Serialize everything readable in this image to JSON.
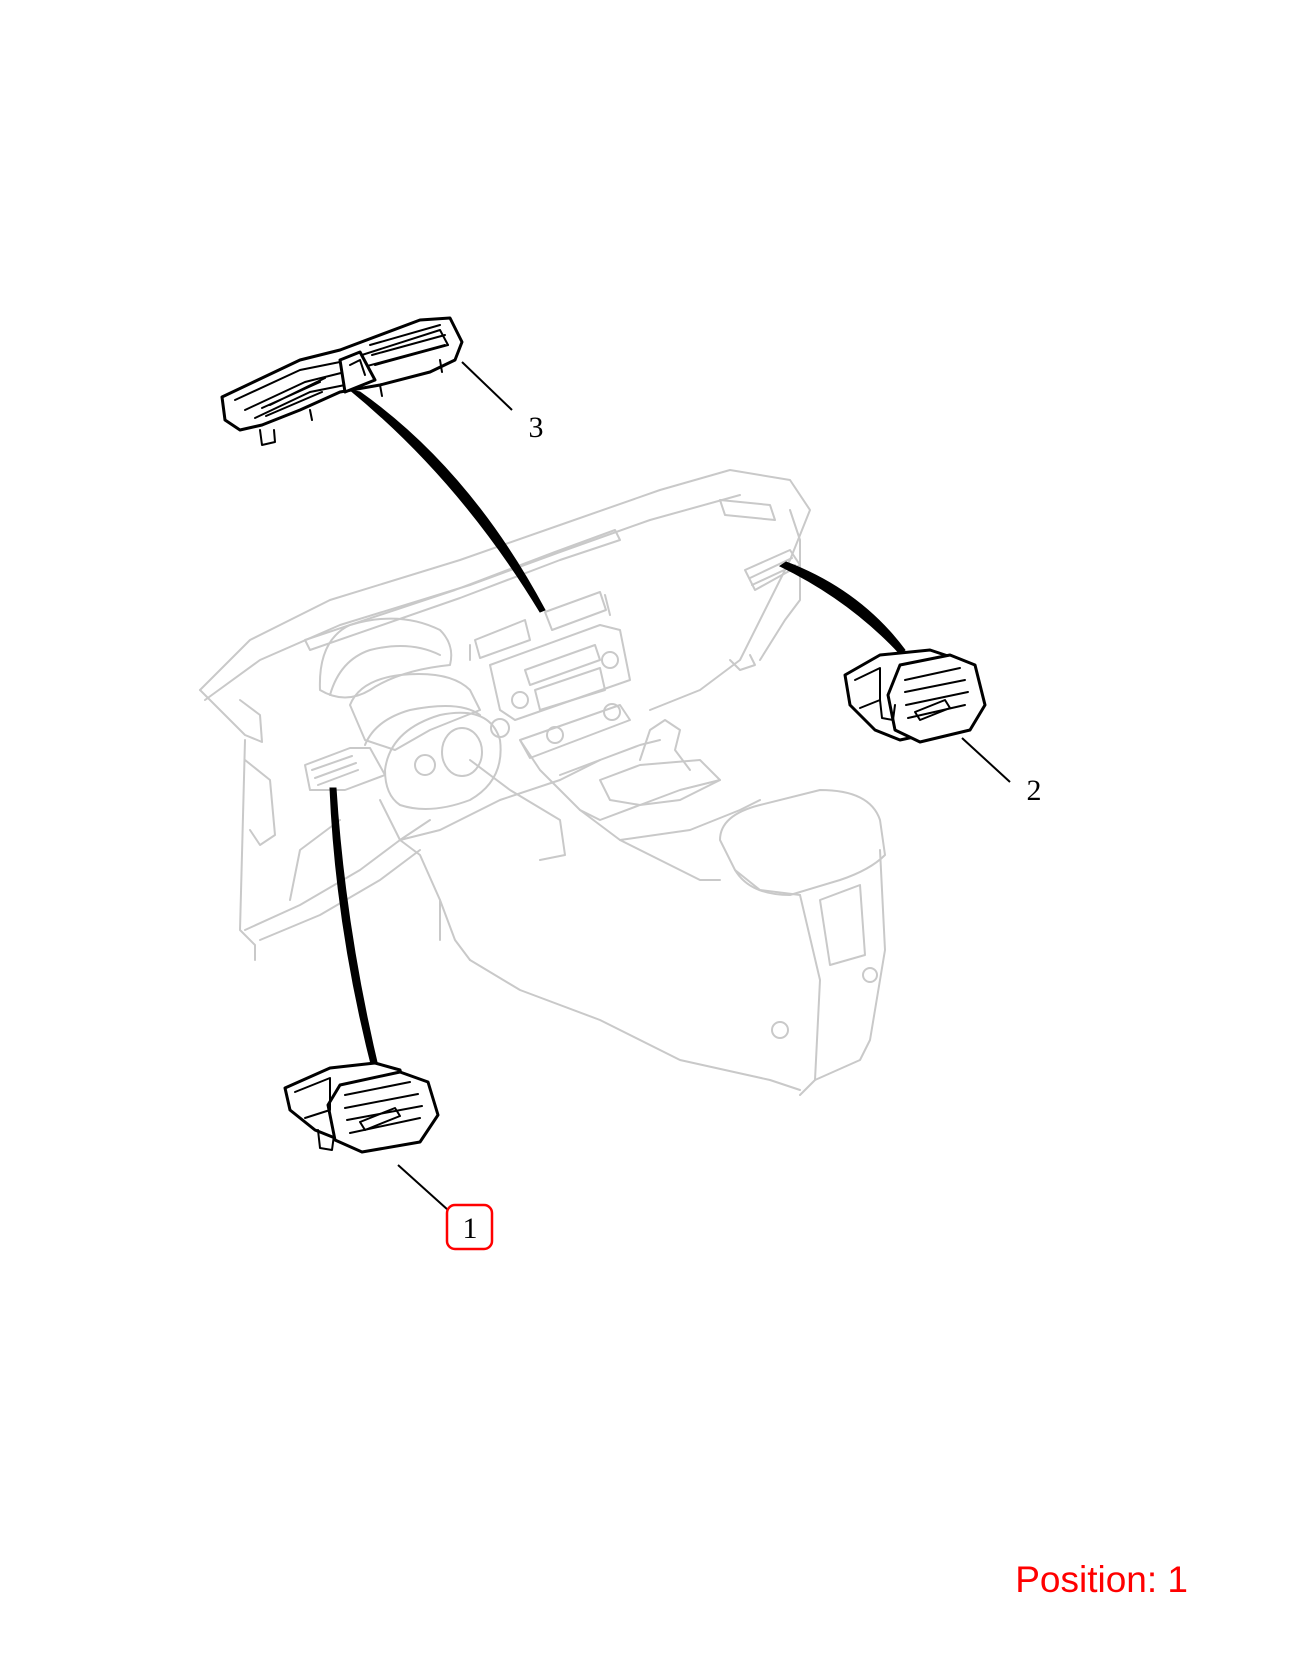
{
  "diagram": {
    "callouts": [
      {
        "id": "1",
        "label": "1",
        "highlighted": true
      },
      {
        "id": "2",
        "label": "2",
        "highlighted": false
      },
      {
        "id": "3",
        "label": "3",
        "highlighted": false
      }
    ],
    "highlight_color": "#ff0000",
    "ghost_color": "#c9c9c9",
    "part_color": "#000000"
  },
  "position": {
    "label": "Position: 1"
  }
}
